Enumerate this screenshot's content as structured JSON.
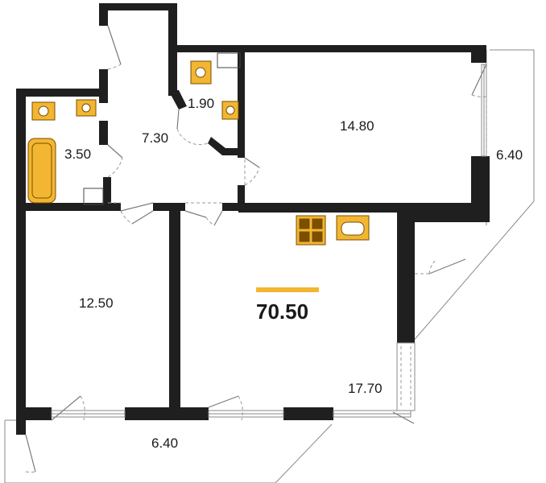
{
  "plan": {
    "total_area": "70.50",
    "accent_color": "#f2b632",
    "rooms": [
      {
        "id": "bathroom",
        "area": "3.50"
      },
      {
        "id": "hall",
        "area": "7.30"
      },
      {
        "id": "wc",
        "area": "1.90"
      },
      {
        "id": "bedroom",
        "area": "14.80"
      },
      {
        "id": "balcony-right",
        "area": "6.40"
      },
      {
        "id": "room-left",
        "area": "12.50"
      },
      {
        "id": "kitchen-living",
        "area": "17.70"
      },
      {
        "id": "balcony-bottom",
        "area": "6.40"
      }
    ]
  }
}
